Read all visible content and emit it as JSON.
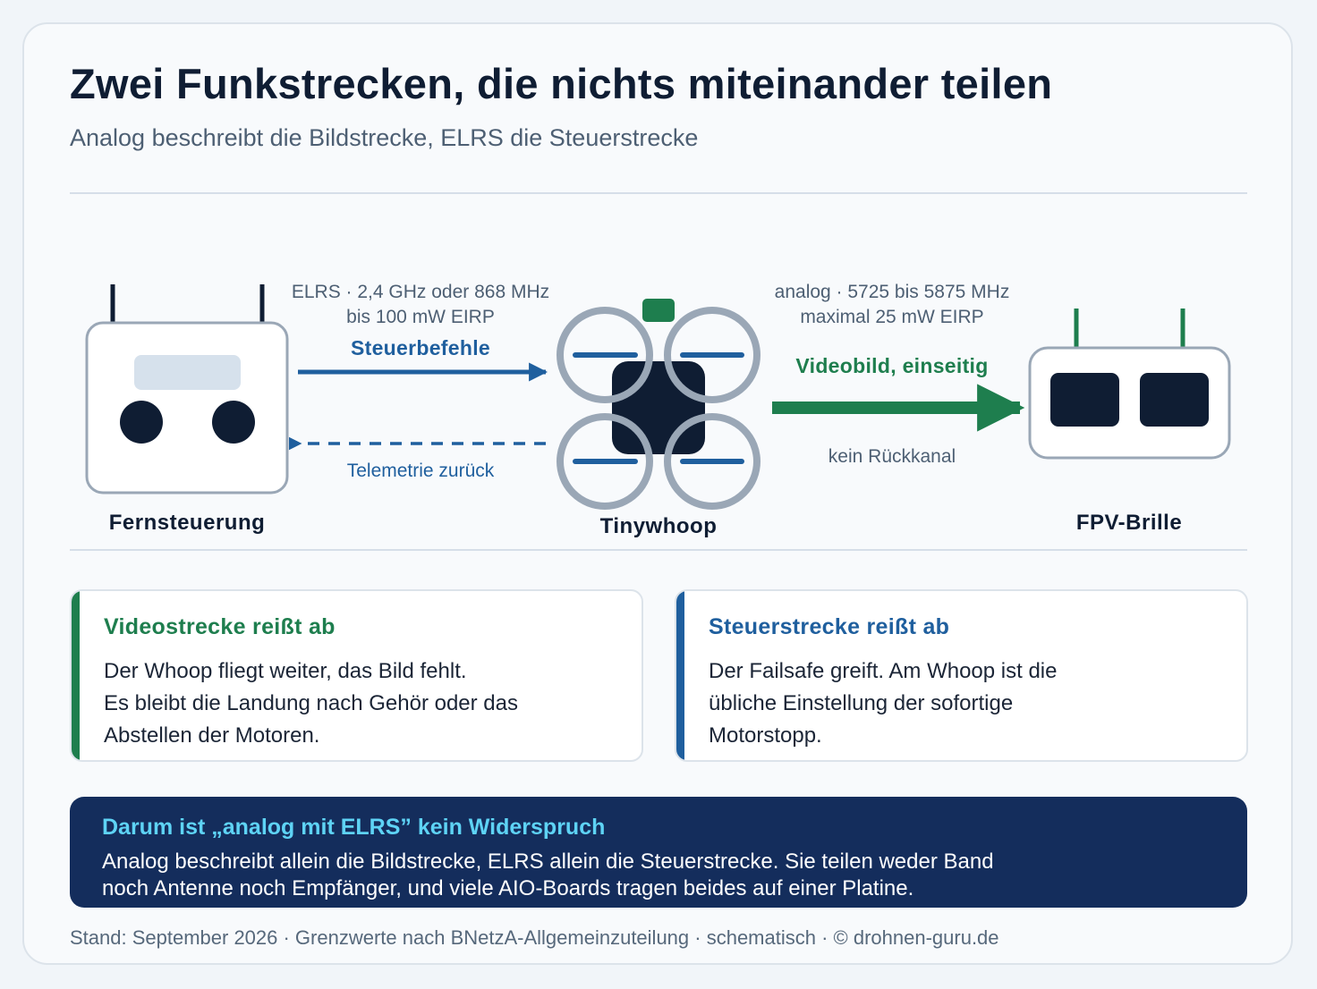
{
  "header": {
    "title": "Zwei Funkstrecken, die nichts miteinander teilen",
    "subtitle": "Analog beschreibt die Bildstrecke, ELRS die Steuerstrecke"
  },
  "diagram": {
    "nodes": {
      "remote": "Fernsteuerung",
      "drone": "Tinywhoop",
      "goggles": "FPV-Brille"
    },
    "control_link": {
      "spec_line1": "ELRS · 2,4 GHz oder 868 MHz",
      "spec_line2": "bis 100 mW EIRP",
      "label": "Steuerbefehle",
      "return_label": "Telemetrie zurück"
    },
    "video_link": {
      "spec_line1": "analog · 5725 bis 5875 MHz",
      "spec_line2": "maximal 25 mW EIRP",
      "label": "Videobild, einseitig",
      "note": "kein Rückkanal"
    }
  },
  "boxes": {
    "video": {
      "title": "Videostrecke reißt ab",
      "lines": [
        "Der Whoop fliegt weiter, das Bild fehlt.",
        "Es bleibt die Landung nach Gehör oder das",
        "Abstellen der Motoren."
      ]
    },
    "control": {
      "title": "Steuerstrecke reißt ab",
      "lines": [
        "Der Failsafe greift. Am Whoop ist die",
        "übliche Einstellung der sofortige",
        "Motorstopp."
      ]
    }
  },
  "summary": {
    "title": "Darum ist „analog mit ELRS” kein Widerspruch",
    "lines": [
      "Analog beschreibt allein die Bildstrecke, ELRS allein die Steuerstrecke. Sie teilen weder Band",
      "noch Antenne noch Empfänger, und viele AIO-Boards tragen beides auf einer Platine."
    ]
  },
  "footer": "Stand: September 2026 · Grenzwerte nach BNetzA-Allgemeinzuteilung · schematisch · © drohnen-guru.de",
  "colors": {
    "navy": "#0f1d33",
    "control_blue": "#1f5f9e",
    "video_green": "#1e7e4e",
    "summary_bg": "#142d5c",
    "summary_title": "#5ed3f5"
  }
}
